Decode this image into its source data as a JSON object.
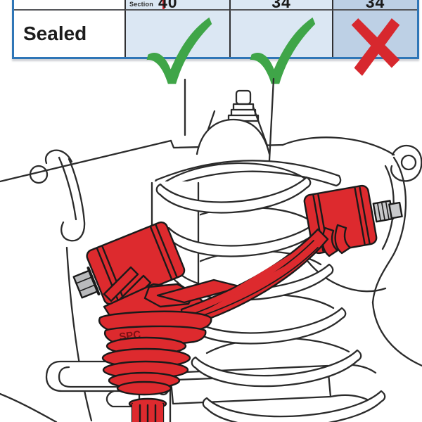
{
  "table": {
    "header": {
      "section_label": "Section",
      "columns": [
        "40",
        "34",
        "34"
      ]
    },
    "row_label": "Sealed",
    "marks": [
      "check",
      "check",
      "cross"
    ],
    "colors": {
      "border_blue": "#2F76B7",
      "cell_light_blue": "#DBE7F3",
      "cell_dark_blue": "#BDD0E5",
      "check_green": "#3FA548",
      "cross_red": "#D7282E",
      "header_red_divider": "#E02328"
    }
  },
  "diagram": {
    "brand_text": "SPC",
    "highlight_color": "#DD2A2E",
    "line_color": "#2B2B2B",
    "components": {
      "highlighted": "upper-control-arm with bushings, ball-joint boot and castle nut",
      "background": "strut, coil spring, frame brackets, steering knuckle"
    }
  }
}
